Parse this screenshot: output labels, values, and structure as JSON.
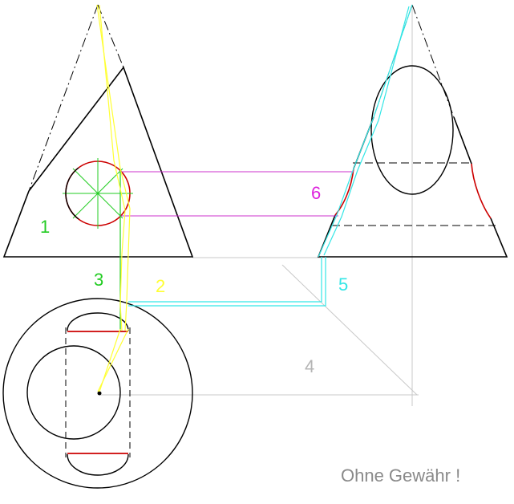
{
  "labels": {
    "n1": "1",
    "n2": "2",
    "n3": "3",
    "n4": "4",
    "n5": "5",
    "n6": "6"
  },
  "disclaimer": "Ohne Gewähr !",
  "colors": {
    "background": "#ffffff",
    "outline": "#000000",
    "section_curve": "#cc0000",
    "construction_green": "#22cc22",
    "construction_yellow": "#ffff33",
    "construction_magenta": "#cc33cc",
    "construction_cyan": "#33e6e6",
    "guide_gray": "#c8c8c8",
    "label_1": "#22cc22",
    "label_2": "#ffff33",
    "label_3": "#22cc22",
    "label_4": "#b4b4b4",
    "label_5": "#33e6e6",
    "label_6": "#dd22dd",
    "disclaimer": "#8a8a8a"
  }
}
